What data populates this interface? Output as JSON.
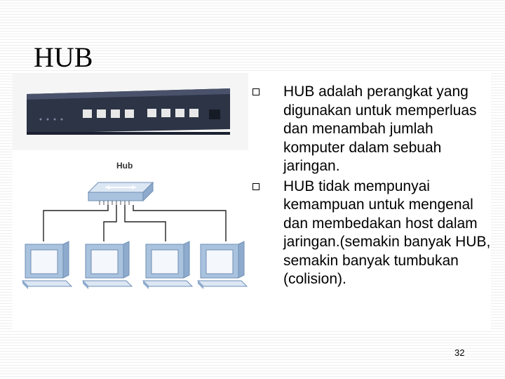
{
  "slide": {
    "title": "HUB",
    "hub_label": "Hub",
    "bullets": [
      "HUB adalah perangkat yang digunakan untuk memperluas dan menambah jumlah komputer dalam sebuah jaringan.",
      "HUB tidak mempunyai kemampuan untuk mengenal dan membedakan host dalam jaringan.(semakin banyak HUB, semakin banyak tumbukan (colision)."
    ],
    "page_number": "32"
  },
  "colors": {
    "hub_device": "#2c3446",
    "hub_diagram_fill": "#a9c2de",
    "monitor_frame": "#a9c2de",
    "bullet_text": "#000000"
  }
}
